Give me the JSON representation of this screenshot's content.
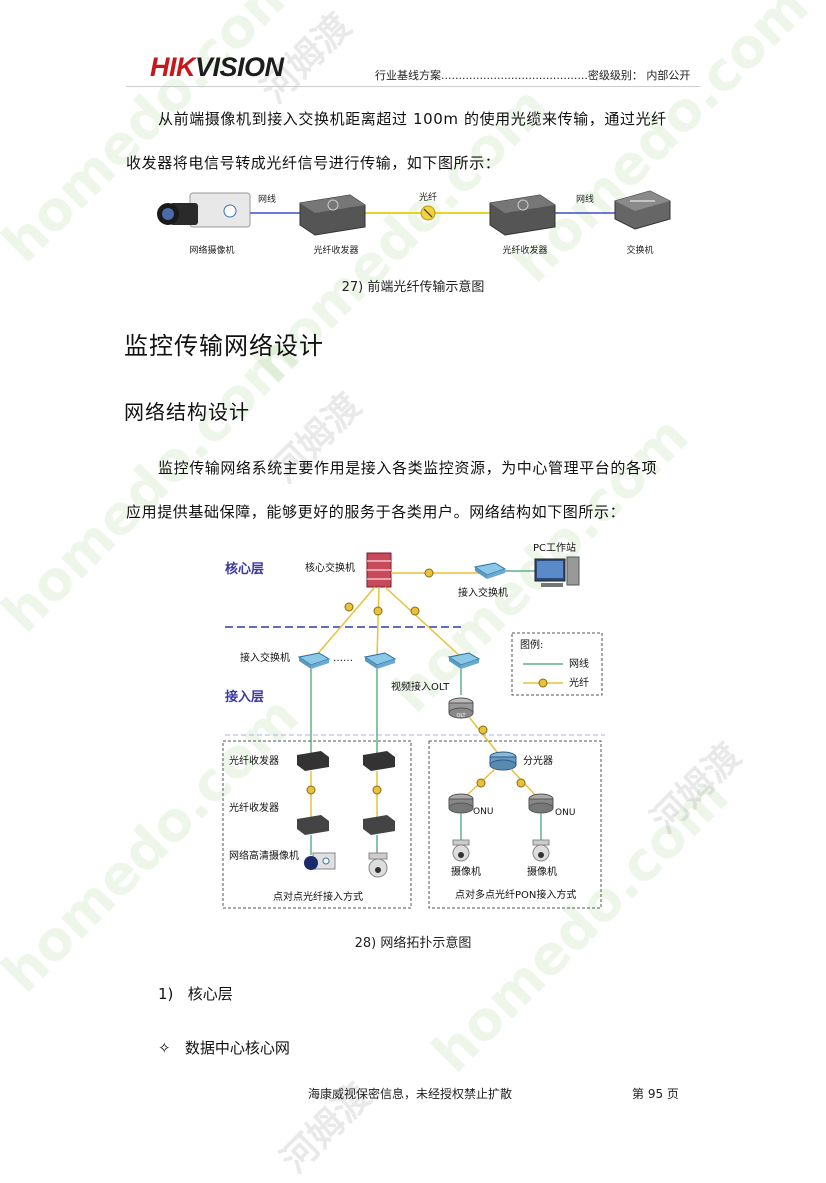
{
  "header": {
    "logo_hik": "HIK",
    "logo_vision": "VISION",
    "doc_type": "行业基线方案..........................................密级级别： 内部公开"
  },
  "paragraph1": {
    "line1": "从前端摄像机到接入交换机距离超过 100m 的使用光缆来传输，通过光纤",
    "line2": "收发器将电信号转成光纤信号进行传输，如下图所示："
  },
  "figure27": {
    "label_camera": "网络摄像机",
    "label_transceiver_left": "光纤收发器",
    "label_transceiver_right": "光纤收发器",
    "label_switch": "交换机",
    "label_cable_left": "网线",
    "label_fiber": "光纤",
    "label_cable_right": "网线",
    "caption": "27) 前端光纤传输示意图"
  },
  "heading1": "监控传输网络设计",
  "heading2": "网络结构设计",
  "paragraph2": {
    "line1": "监控传输网络系统主要作用是接入各类监控资源，为中心管理平台的各项",
    "line2": "应用提供基础保障，能够更好的服务于各类用户。网络结构如下图所示："
  },
  "figure28": {
    "core_layer": "核心层",
    "access_layer": "接入层",
    "core_switch": "核心交换机",
    "pc_station": "PC工作站",
    "access_switch_top": "接入交换机",
    "access_switch_left": "接入交换机",
    "dots": "……",
    "video_olt": "视频接入OLT",
    "olt_icon": "OLT",
    "legend_title": "图例:",
    "legend_cable": "网线",
    "legend_fiber": "光纤",
    "transceiver1": "光纤收发器",
    "transceiver2": "光纤收发器",
    "hd_camera": "网络高清摄像机",
    "p2p_mode": "点对点光纤接入方式",
    "splitter": "分光器",
    "onu_left": "ONU",
    "onu_right": "ONU",
    "camera_left": "摄像机",
    "camera_right": "摄像机",
    "pon_mode": "点对多点光纤PON接入方式",
    "caption": "28) 网络拓扑示意图"
  },
  "list": {
    "item1_num": "1)",
    "item1_text": "核心层",
    "item2_bullet": "✧",
    "item2_text": "数据中心核心网"
  },
  "footer": {
    "notice": "海康威视保密信息，未经授权禁止扩散",
    "page": "第 95 页"
  },
  "watermarks": [
    "homedo.com",
    "河姆渡"
  ],
  "colors": {
    "brand_red": "#c8161d",
    "layer_label": "#3a3aa0",
    "cable_green": "#5fb08a",
    "fiber_yellow": "#e8c23a",
    "dash_blue": "#2b3fa8"
  }
}
